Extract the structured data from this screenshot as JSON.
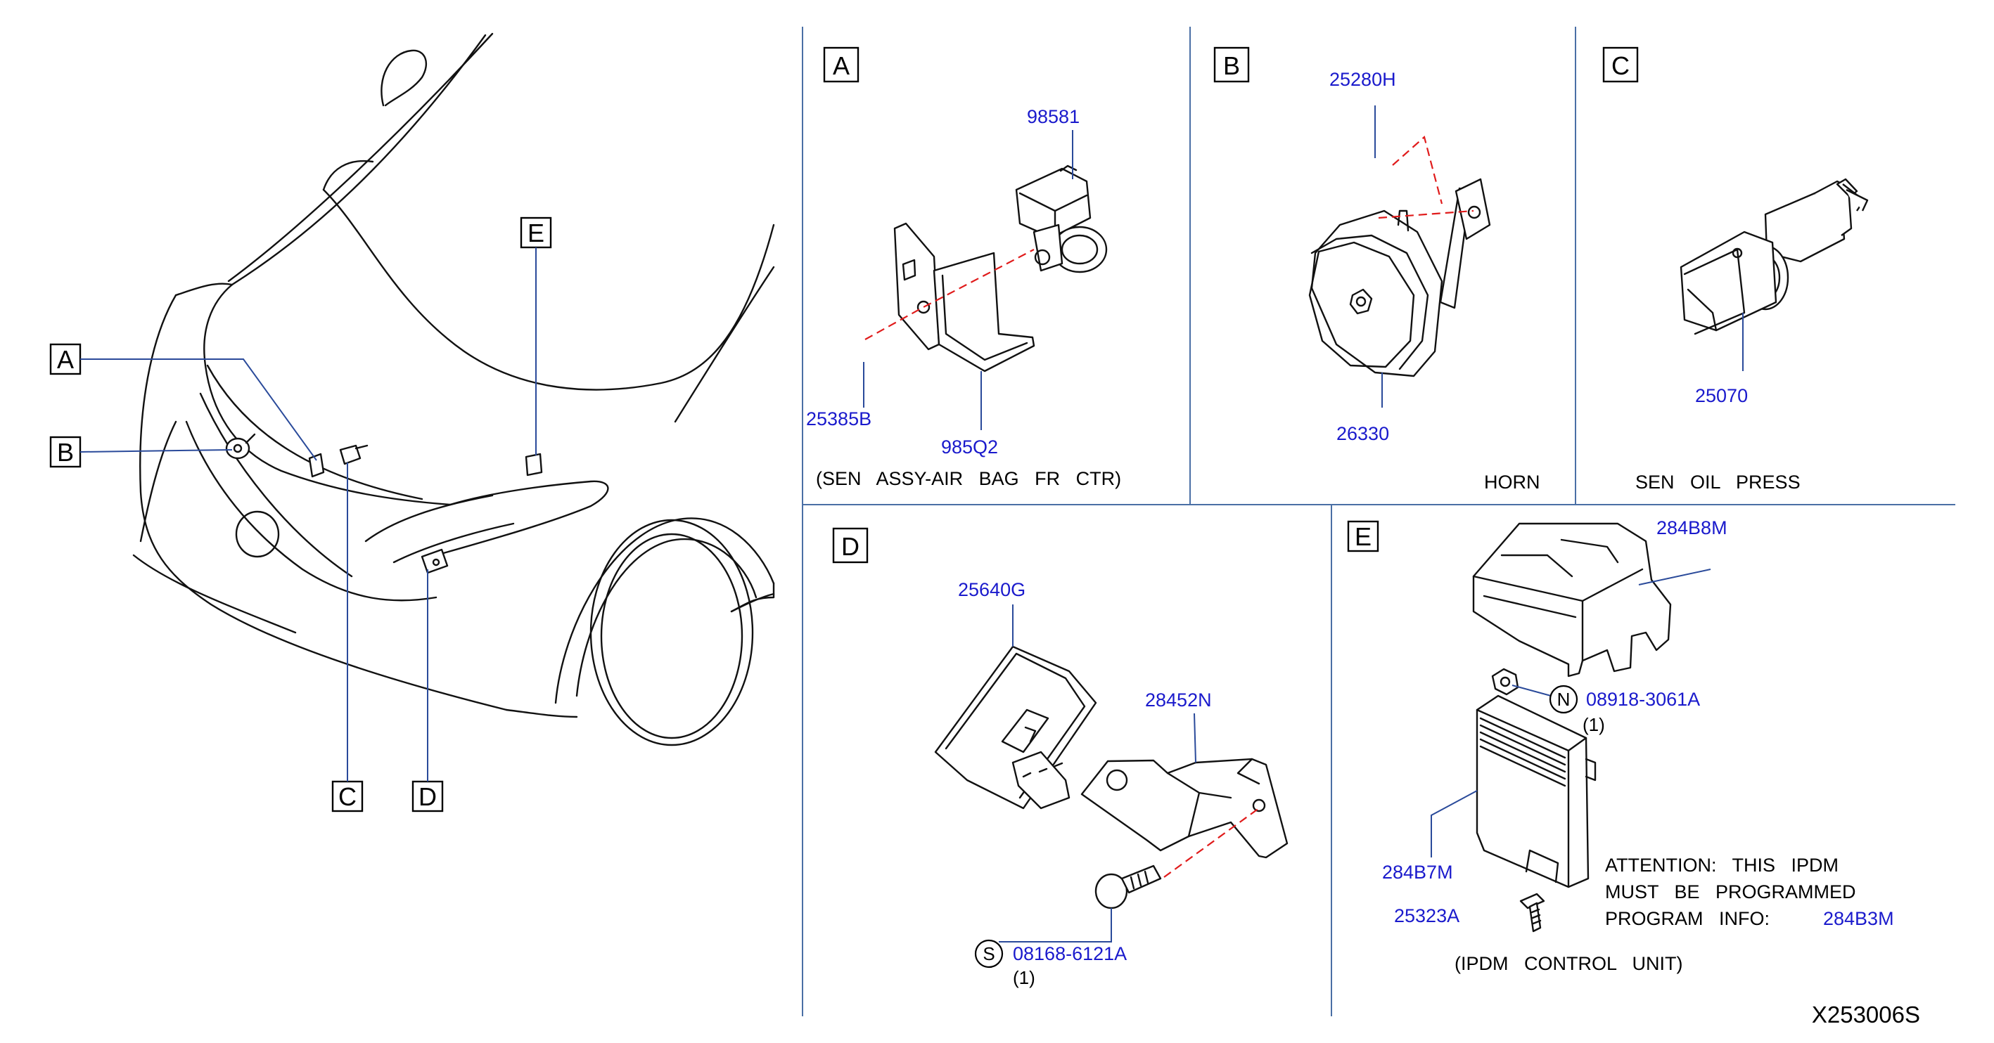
{
  "panels": {
    "A": {
      "tag": "A",
      "parts": {
        "sensor": "98581",
        "bolt": "25385B",
        "bracket": "985Q2"
      },
      "caption": "(SEN   ASSY-AIR   BAG   FR   CTR)"
    },
    "B": {
      "tag": "B",
      "parts": {
        "bracket": "25280H",
        "horn": "26330"
      },
      "caption": "HORN"
    },
    "C": {
      "tag": "C",
      "parts": {
        "switch": "25070"
      },
      "caption": "SEN   OIL   PRESS"
    },
    "D": {
      "tag": "D",
      "parts": {
        "sensor": "25640G",
        "bracket": "28452N",
        "bolt": "08168-6121A"
      },
      "bolt_marker": "S",
      "bolt_qty": "(1)"
    },
    "E": {
      "tag": "E",
      "parts": {
        "cover": "284B8M",
        "nut": "08918-3061A",
        "unit": "284B7M",
        "screw": "25323A"
      },
      "nut_marker": "N",
      "nut_qty": "(1)",
      "attention": [
        "ATTENTION:   THIS   IPDM",
        "MUST   BE   PROGRAMMED",
        "PROGRAM   INFO:"
      ],
      "program_part": "284B3M",
      "caption": "(IPDM   CONTROL   UNIT)"
    }
  },
  "car_callouts": [
    "A",
    "B",
    "C",
    "D",
    "E"
  ],
  "diagram_id": "X253006S",
  "colors": {
    "part_number": "#1a1acc",
    "divider": "#4a6fa5",
    "dashed_axis": "#e01b1b"
  }
}
